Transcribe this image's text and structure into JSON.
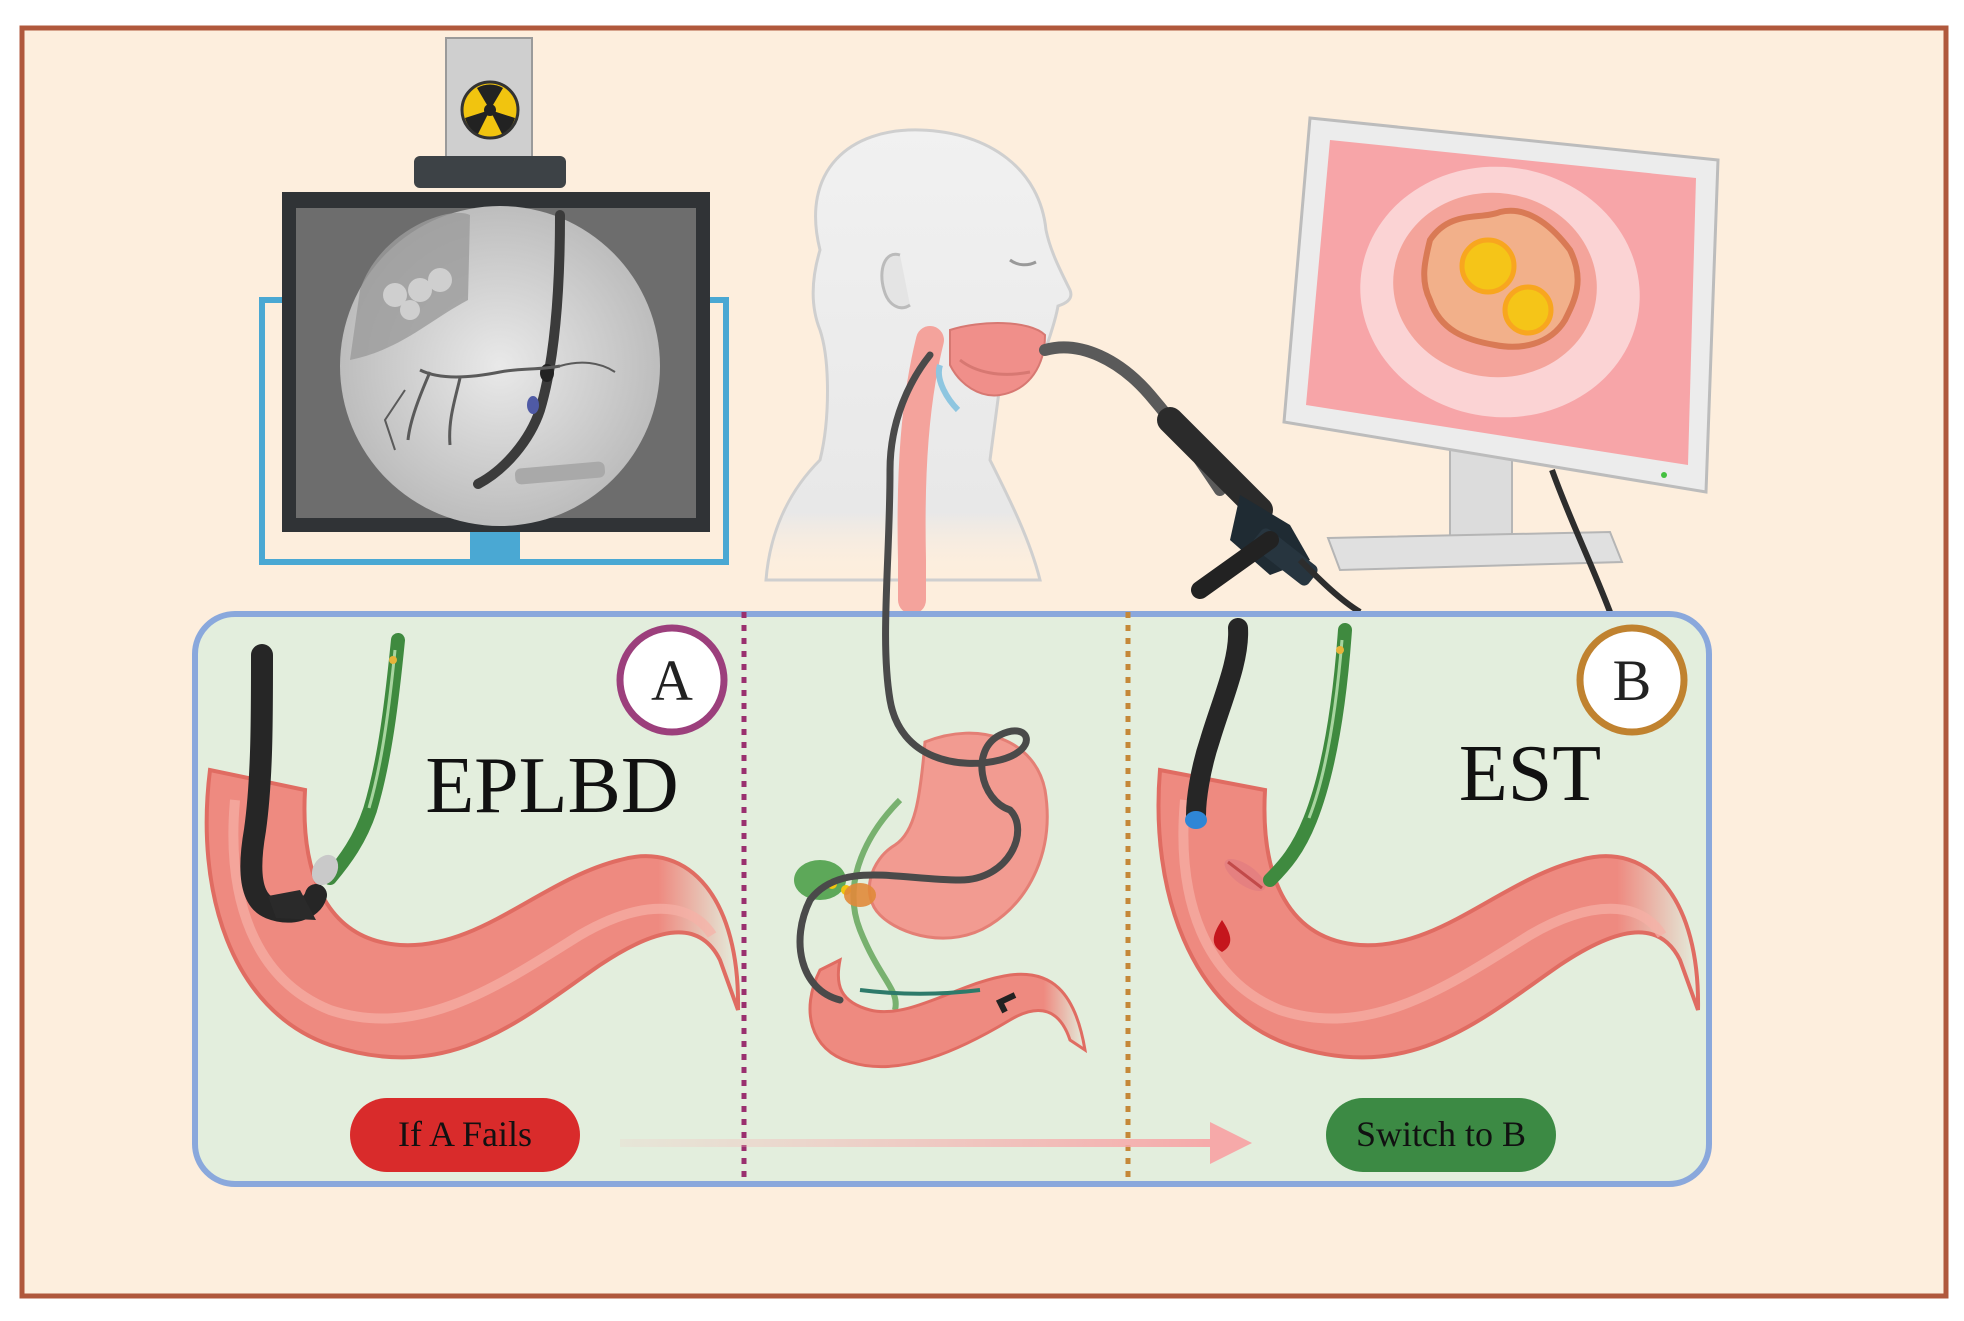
{
  "panel_a": {
    "letter": "A",
    "title": "EPLBD"
  },
  "panel_b": {
    "letter": "B",
    "title": "EST"
  },
  "flow": {
    "fail_label": "If A Fails",
    "switch_label": "Switch to B"
  },
  "colors": {
    "page_background": "#fdeedd",
    "outer_border": "#b0583c",
    "panel_fill": "#e3eedd",
    "panel_border": "#8aa8dc",
    "divider_left": "#9a2f6e",
    "divider_right": "#c58838",
    "badge_a_ring": "#9c3f7c",
    "badge_b_ring": "#c0822f",
    "fail_pill": "#d92b2b",
    "switch_pill": "#3c8a44",
    "arrow": "#f7b7b7",
    "tissue": "#f08c83",
    "scope": "#2e2e2e",
    "fluoro_dark": "#3a3a3a",
    "fluoro_mid": "#6b6b6b",
    "stand": "#4aa8d3",
    "monitor_screen": "#f7a5a8"
  },
  "icons": [
    "radiation-icon",
    "fluoroscopy-monitor-icon",
    "patient-head-icon",
    "endoscopy-monitor-icon",
    "endoscope-icon",
    "duodenum-icon",
    "stomach-icon",
    "blood-drop-icon"
  ]
}
